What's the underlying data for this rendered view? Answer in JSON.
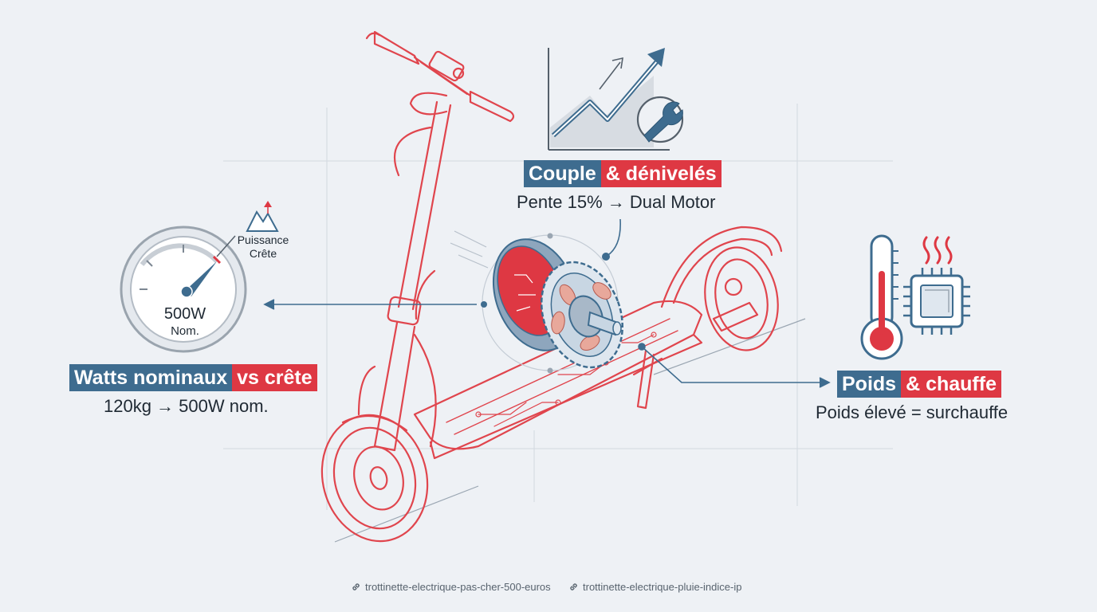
{
  "gauge": {
    "peak_label": "Puissance\nCrête",
    "center_value": "500W",
    "center_unit": "Nom."
  },
  "callouts": {
    "watts": {
      "part1": "Watts nominaux",
      "part2": "vs crête",
      "subtitle": "120kg → 500W nom."
    },
    "couple": {
      "part1": "Couple",
      "part2": "& dénivelés",
      "subtitle": "Pente 15% → Dual Motor"
    },
    "poids": {
      "part1": "Poids",
      "part2": "& chauffe",
      "subtitle": "Poids élevé = surchauffe"
    }
  },
  "links": [
    {
      "icon": "link-icon",
      "text": "trottinette-electrique-pas-cher-500-euros"
    },
    {
      "icon": "link-icon",
      "text": "trottinette-electrique-pluie-indice-ip"
    }
  ],
  "colors": {
    "blue": "#3e6c8f",
    "red": "#de3843",
    "line_red": "#e0454d",
    "background": "#eef1f5"
  },
  "icons": [
    "speed-gauge-icon",
    "mountain-icon",
    "growth-chart-icon",
    "wrench-icon",
    "hub-motor-icon",
    "thermometer-icon",
    "heat-chip-icon"
  ]
}
